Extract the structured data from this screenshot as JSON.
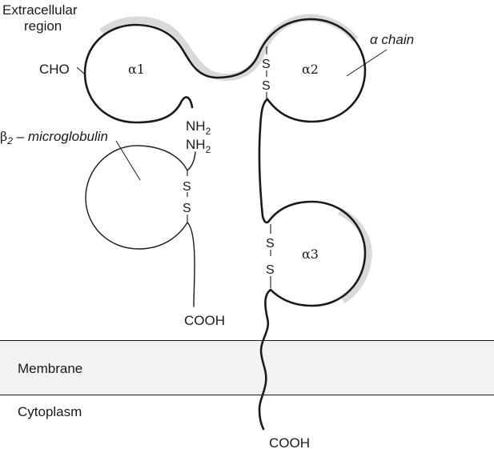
{
  "figure": {
    "title": "MHC class I molecule structure",
    "regions": {
      "extracellular": "Extracellular region",
      "extracellular_line1": "Extracellular",
      "extracellular_line2": "region",
      "membrane": "Membrane",
      "cytoplasm": "Cytoplasm"
    },
    "domains": {
      "alpha1": "α1",
      "alpha2": "α2",
      "alpha3": "α3"
    },
    "labels": {
      "cho": "CHO",
      "alpha_chain": "α chain",
      "beta2_prefix": "β",
      "beta2_subscript": "2",
      "beta2_suffix": " – microglobulin",
      "nh2_alpha": "NH",
      "nh2_alpha_sub": "2",
      "nh2_beta": "NH",
      "nh2_beta_sub": "2",
      "cooh_beta": "COOH",
      "cooh_alpha": "COOH",
      "sulfur": "S"
    },
    "colors": {
      "line": "#1a1a1a",
      "halo": "#d9d9d9",
      "membrane_fill": "#f2f2f2"
    }
  }
}
